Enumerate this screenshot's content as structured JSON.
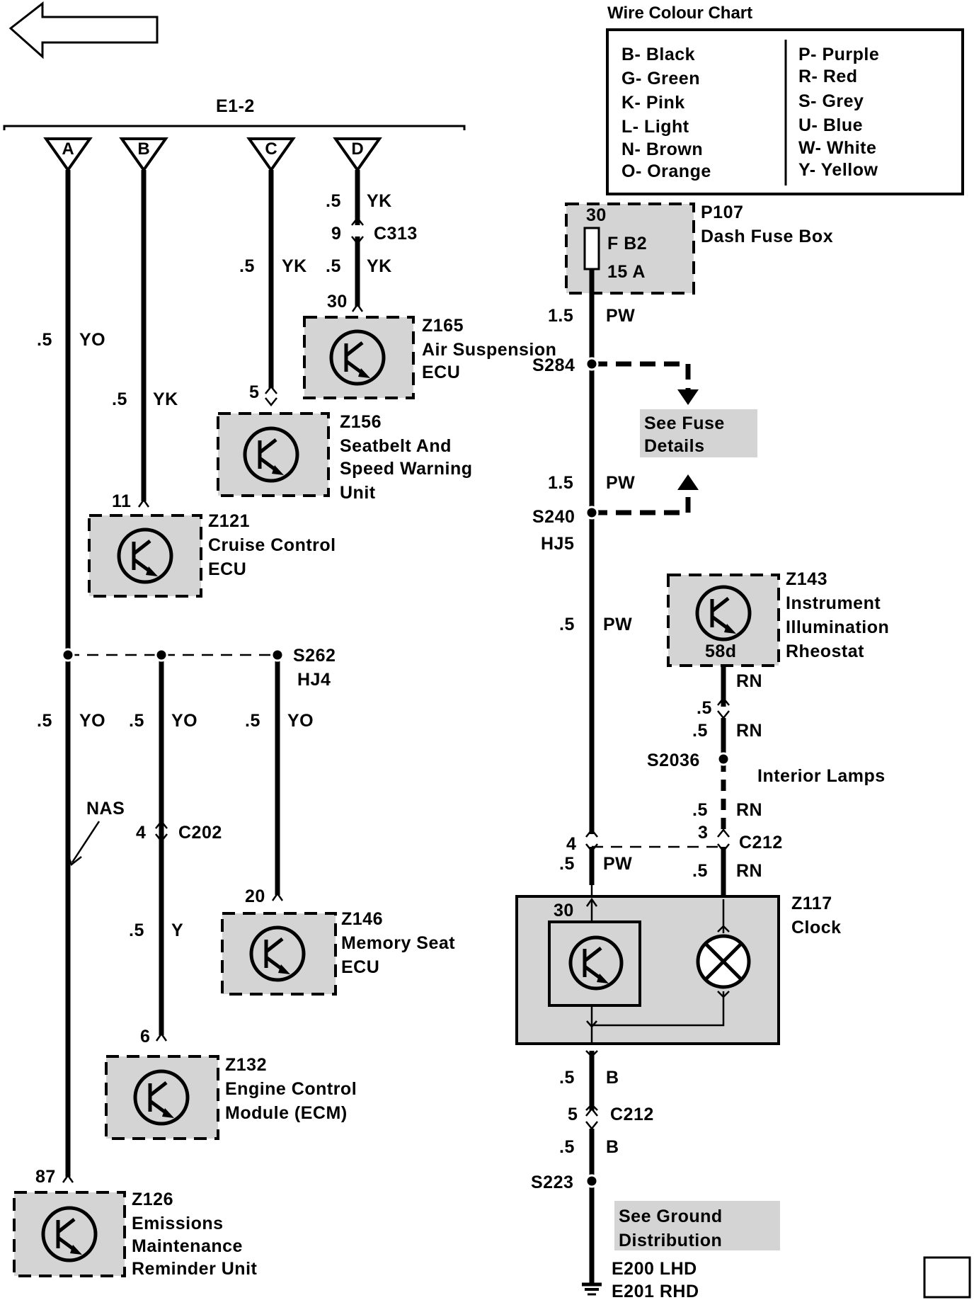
{
  "nav": {
    "back_arrow": "left-arrow-icon"
  },
  "legend": {
    "title": "Wire Colour Chart",
    "left": [
      "B- Black",
      "G- Green",
      "K- Pink",
      "L- Light",
      "N- Brown",
      "O- Orange"
    ],
    "right": [
      "P- Purple",
      "R- Red",
      "S- Grey",
      "U- Blue",
      "W- White",
      "Y- Yellow"
    ]
  },
  "connector_bus": {
    "label": "E1-2",
    "pins": [
      "A",
      "B",
      "C",
      "D"
    ]
  },
  "wires": {
    "a_upper": {
      "size": ".5",
      "colour": "YO"
    },
    "b_upper": {
      "size": ".5",
      "colour": "YK"
    },
    "c_upper": {
      "size": ".5",
      "colour": "YK"
    },
    "d_top": {
      "size": ".5",
      "colour": "YK"
    },
    "d_bottom": {
      "size": ".5",
      "colour": "YK"
    },
    "a_lower": {
      "size": ".5",
      "colour": "YO"
    },
    "b_lower": {
      "size": ".5",
      "colour": "YO"
    },
    "s262_lower": {
      "size": ".5",
      "colour": "YO"
    },
    "b_after_c202": {
      "size": ".5",
      "colour": "Y"
    },
    "fuse_out": {
      "size": "1.5",
      "colour": "PW"
    },
    "s284_s240": {
      "size": "1.5",
      "colour": "PW"
    },
    "hj5": {
      "size": ".5",
      "colour": "PW"
    },
    "clock_in": {
      "size": ".5",
      "colour": "PW"
    },
    "rheo_out": {
      "colour": "RN"
    },
    "rheo_pin1": {
      "size": ".5",
      "colour": "RN"
    },
    "rn_mid": {
      "size": ".5",
      "colour": "RN"
    },
    "rn_clock": {
      "size": ".5",
      "colour": "RN"
    },
    "ground_top": {
      "size": ".5",
      "colour": "B"
    },
    "ground_bottom": {
      "size": ".5",
      "colour": "B"
    }
  },
  "connectors": {
    "c313": {
      "pin": "9",
      "name": "C313"
    },
    "c202": {
      "pin": "4",
      "name": "C202"
    },
    "c212_left_pin": "4",
    "c212": {
      "pin": "3",
      "name": "C212"
    },
    "c212_ground": {
      "pin": "5",
      "name": "C212"
    }
  },
  "splices": {
    "s262": {
      "name": "S262",
      "harness": "HJ4"
    },
    "s284": "S284",
    "s240": {
      "name": "S240",
      "harness": "HJ5"
    },
    "s2036": "S2036",
    "s223": "S223"
  },
  "notes": {
    "nas": "NAS",
    "interior_lamps": "Interior Lamps"
  },
  "components": {
    "z165": {
      "pin": "30",
      "lines": [
        "Z165",
        "Air Suspension",
        "ECU"
      ]
    },
    "z156": {
      "pin": "5",
      "lines": [
        "Z156",
        "Seatbelt And",
        "Speed Warning",
        "Unit"
      ]
    },
    "z121": {
      "pin": "11",
      "lines": [
        "Z121",
        "Cruise Control",
        "ECU"
      ]
    },
    "z146": {
      "pin": "20",
      "lines": [
        "Z146",
        "Memory Seat",
        "ECU"
      ]
    },
    "z132": {
      "pin": "6",
      "lines": [
        "Z132",
        "Engine Control",
        "Module (ECM)"
      ]
    },
    "z126": {
      "pin": "87",
      "lines": [
        "Z126",
        "Emissions",
        "Maintenance",
        "Reminder Unit"
      ]
    },
    "p107": {
      "pin": "30",
      "fuse": "F B2",
      "rating": "15 A",
      "lines": [
        "P107",
        "Dash Fuse Box"
      ]
    },
    "z143": {
      "terminal": "58d",
      "lines": [
        "Z143",
        "Instrument",
        "Illumination",
        "Rheostat"
      ]
    },
    "z117": {
      "pin": "30",
      "lines": [
        "Z117",
        "Clock"
      ]
    }
  },
  "references": {
    "fuse_details": [
      "See Fuse",
      "Details"
    ],
    "ground_distribution": [
      "See Ground",
      "Distribution"
    ]
  },
  "ground": [
    "E200 LHD",
    "E201 RHD"
  ],
  "page_box": ""
}
